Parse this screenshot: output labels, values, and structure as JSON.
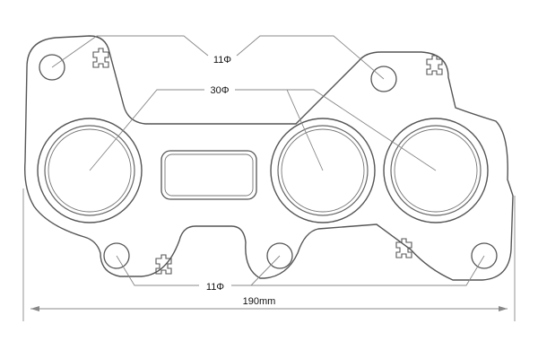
{
  "colors": {
    "background": "#ffffff",
    "outline": "#555555",
    "leader": "#888888"
  },
  "labels": {
    "small_hole_top": "11Φ",
    "large_hole": "30Φ",
    "small_hole_bottom": "11Φ",
    "overall_width": "190mm"
  }
}
